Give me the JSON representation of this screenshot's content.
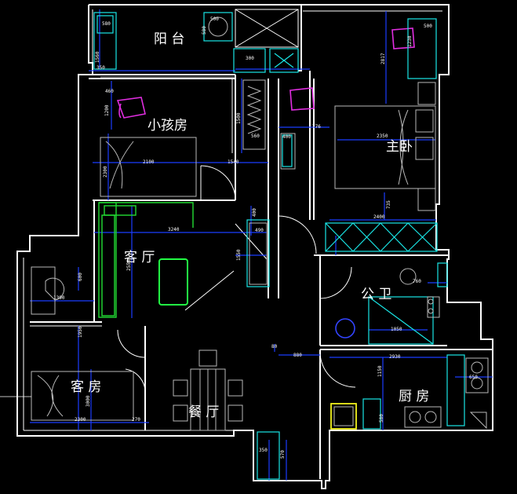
{
  "rooms": {
    "balcony": "阳 台",
    "kids_room": "小孩房",
    "master_bedroom": "主卧",
    "living_room": "客 厅",
    "bathroom": "公 卫",
    "guest_room": "客 房",
    "dining_room": "餐 厅",
    "kitchen": "厨 房"
  },
  "dimensions": {
    "d580_a": "580",
    "d500_a": "500",
    "d580_b": "580",
    "d1560": "1560",
    "d350": "350",
    "d300": "300",
    "d500_b": "500",
    "d2817": "2817",
    "d1230": "1230",
    "d460": "460",
    "d1200": "1200",
    "d1500": "1500",
    "d560": "560",
    "d400_a": "400",
    "d776": "776",
    "d2350": "2350",
    "d2100": "2100",
    "d1540": "1540",
    "d2300_a": "2300",
    "d735": "735",
    "d2400": "2400",
    "d400_b": "400",
    "d490": "490",
    "d3240": "3240",
    "d2550": "2550",
    "d1550": "1550",
    "d600": "600",
    "d1390": "1390",
    "d760": "760",
    "d1950": "1950",
    "d1050": "1050",
    "d80": "80",
    "d880": "880",
    "d1150": "1150",
    "d2930": "2930",
    "d650": "650",
    "d3000": "3000",
    "d2300_b": "2300",
    "d270": "270",
    "d580_c": "580",
    "d350_b": "350",
    "d570": "570"
  }
}
